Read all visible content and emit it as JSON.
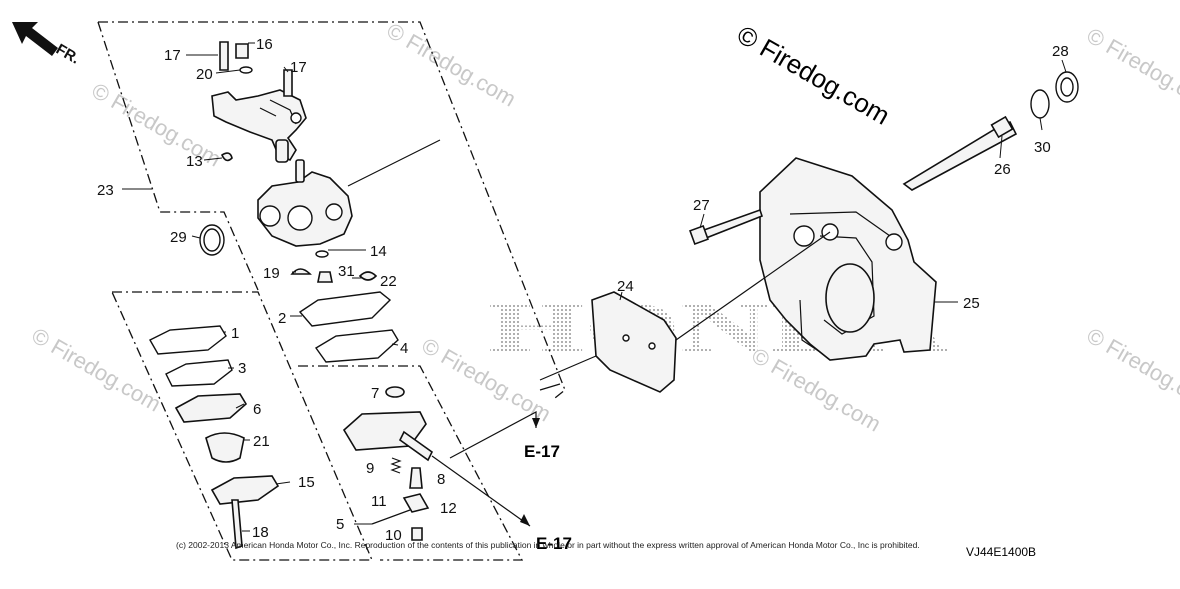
{
  "orientation": {
    "label": "FR."
  },
  "watermark": {
    "main": "© Firedog.com",
    "repeat": "© Firedog.com",
    "brand_mark": "HONDA"
  },
  "callouts": [
    "1",
    "2",
    "3",
    "4",
    "5",
    "6",
    "7",
    "8",
    "9",
    "10",
    "11",
    "12",
    "13",
    "14",
    "15",
    "16",
    "17",
    "17",
    "18",
    "19",
    "20",
    "21",
    "22",
    "23",
    "24",
    "25",
    "26",
    "27",
    "28",
    "29",
    "30",
    "31"
  ],
  "refs": [
    "E-17",
    "E-17"
  ],
  "footer": {
    "copyright": "(c) 2002-2013 American Honda Motor Co., Inc. Reproduction of the contents of this publication in whole or in part without the express written approval of American Honda Motor Co., Inc is prohibited.",
    "diagram_code": "VJ44E1400B"
  }
}
